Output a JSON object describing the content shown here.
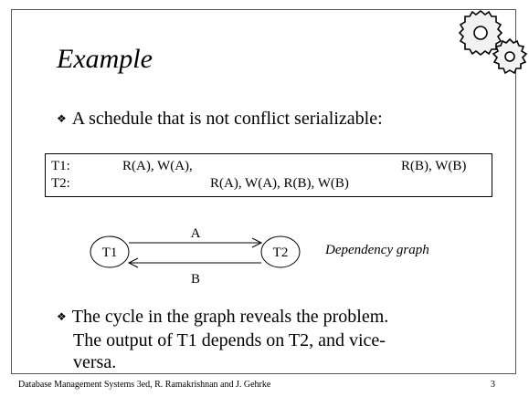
{
  "slide": {
    "title": "Example",
    "bullet1": "A schedule that is not conflict serializable:",
    "schedule": {
      "t1_label": "T1:",
      "t2_label": "T2:",
      "t1_ops_start": "R(A), W(A),",
      "t1_ops_end": "R(B), W(B)",
      "t2_ops": "R(A), W(A), R(B), W(B)"
    },
    "graph": {
      "node1": "T1",
      "node2": "T2",
      "edge_top_label": "A",
      "edge_bottom_label": "B",
      "caption": "Dependency graph"
    },
    "bullet2": {
      "line1": "The cycle in the graph reveals the problem.",
      "line2": "The output of T1 depends on T2, and vice-",
      "line3": "versa."
    },
    "footer": "Database Management Systems 3ed,  R. Ramakrishnan and J. Gehrke",
    "page_number": "3",
    "gear_icon": "gears-icon"
  }
}
